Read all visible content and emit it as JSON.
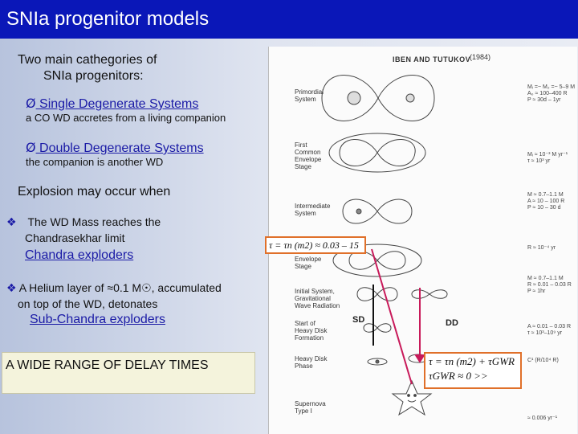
{
  "slide": {
    "title": "SNIa progenitor models",
    "intro_line1": "Two main cathegories of",
    "intro_line2": "SNIa progenitors:",
    "sd_heading": " Single Degenerate Systems",
    "sd_desc": "a CO WD accretes from a living companion",
    "dd_heading": " Double Degenerate Systems",
    "dd_desc": "the companion is another WD",
    "explosion_heading": "Explosion may occur when",
    "cond1_line1": "The WD Mass reaches the",
    "cond1_line2": "Chandrasekhar limit",
    "cond1_link": "Chandra exploders",
    "cond2_line1": "A Helium layer of ≈0.1 M☉, accumulated",
    "cond2_line2": "on top of the WD, detonates",
    "cond2_link": "Sub-Chandra exploders",
    "delay_box": "A WIDE RANGE OF DELAY TIMES",
    "bullet_symbol": "Ø",
    "diamond_symbol": "❖"
  },
  "figure": {
    "header": "IBEN AND TUTUKOV",
    "year": "(1984)",
    "stages": [
      {
        "label": "Primordial\nSystem"
      },
      {
        "label": "First\nCommon\nEnvelope\nStage"
      },
      {
        "label": "Intermediate\nSystem"
      },
      {
        "label": "Envelope\nStage"
      },
      {
        "label": "Initial System,\nGravitational\nWave Radiation"
      },
      {
        "label": "Start of\nHeavy Disk\nFormation"
      },
      {
        "label": "Heavy Disk\nPhase"
      },
      {
        "label": "Supernova\nType I"
      }
    ],
    "sd_tag": "SD",
    "dd_tag": "DD",
    "formula_sd": "τ = τn (m2) ≈ 0.03 – 15",
    "formula_dd_line1": "τ = τn (m2) + τGWR",
    "formula_dd_line2": "τGWR ≈ 0  >>"
  },
  "colors": {
    "title_bar": "#0a17b8",
    "accent_blue": "#1a1aa6",
    "formula_border": "#e0702a",
    "pointer_line": "#c81a5a",
    "delay_box_bg": "#f4f3dc"
  }
}
